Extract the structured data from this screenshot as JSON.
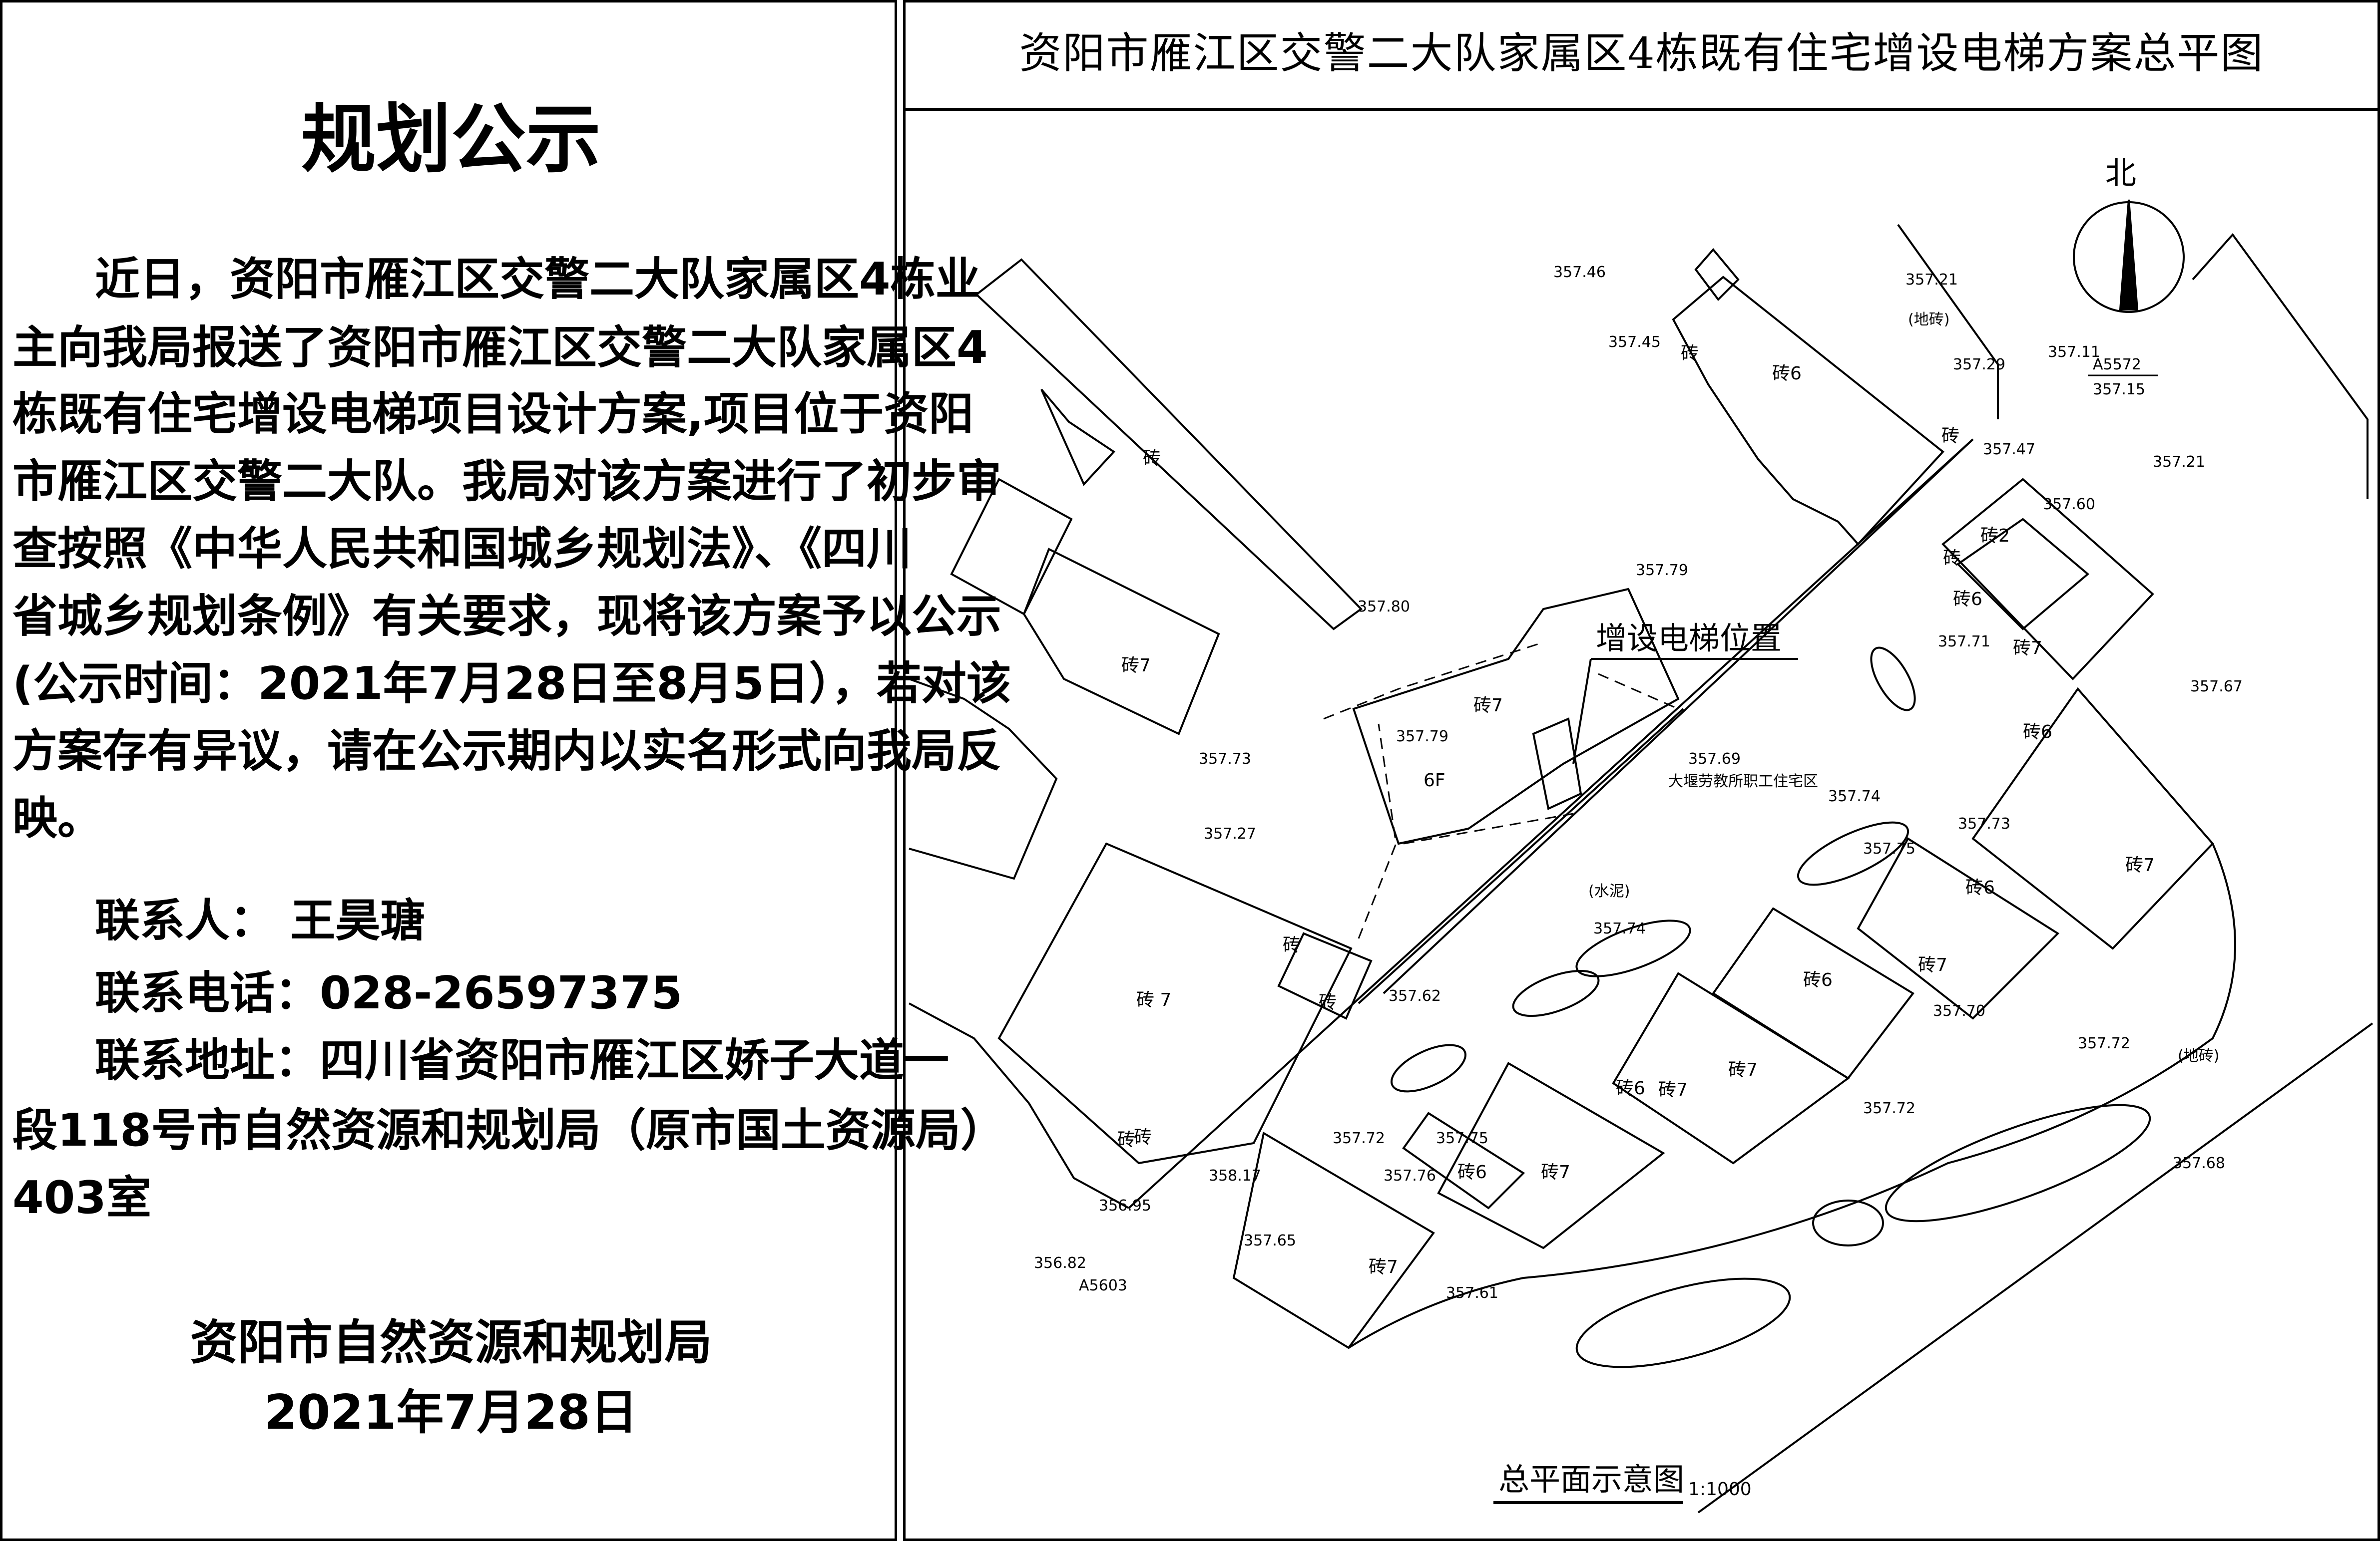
{
  "notice": {
    "title": "规划公示",
    "lines": [
      "近日，资阳市雁江区交警二大队家属区4栋业",
      "主向我局报送了资阳市雁江区交警二大队家属区4",
      "栋既有住宅增设电梯项目设计方案,项目位于资阳",
      "市雁江区交警二大队。我局对该方案进行了初步审",
      "查按照《中华人民共和国城乡规划法》、《四川",
      "省城乡规划条例》有关要求，现将该方案予以公示",
      "(公示时间：2021年7月28日至8月5日），若对该",
      "方案存有异议，请在公示期内以实名形式向我局反",
      "映。"
    ],
    "contact_person": "联系人：  王昊瑭",
    "contact_phone": "联系电话：028-26597375",
    "contact_address_1": "联系地址：四川省资阳市雁江区娇子大道一",
    "contact_address_2": "段118号市自然资源和规划局（原市国土资源局）",
    "contact_address_3": "403室",
    "agency": "资阳市自然资源和规划局",
    "date": "2021年7月28日"
  },
  "plan": {
    "title": "资阳市雁江区交警二大队家属区4栋既有住宅增设电梯方案总平图",
    "north": "北",
    "elevator_label": "增设电梯位置",
    "district_label": "大堰劳教所职工住宅区",
    "caption": "总平面示意图",
    "scale": "1:1000",
    "building_labels": [
      "砖6",
      "砖",
      "砖",
      "砖",
      "砖7",
      "砖7",
      "6F",
      "砖 7",
      "砖",
      "砖",
      "砖",
      "砖2",
      "砖",
      "砖6",
      "砖7",
      "砖6",
      "砖7",
      "砖6",
      "砖7",
      "砖6",
      "砖7",
      "砖6",
      "砖7",
      "砖6",
      "砖7",
      "砖7",
      "砖"
    ],
    "material_labels": [
      "(地砖)",
      "(水泥)",
      "(地砖)"
    ],
    "elevations": [
      "357.46",
      "357.45",
      "357.21",
      "357.29",
      "357.11",
      "357.47",
      "357.21",
      "357.60",
      "357.80",
      "357.79",
      "357.71",
      "357.67",
      "357.79",
      "357.73",
      "357.69",
      "357.74",
      "357.27",
      "357.73",
      "357.75",
      "357.74",
      "357.62",
      "357.70",
      "357.72",
      "357.72",
      "357.72",
      "357.75",
      "357.76",
      "358.17",
      "356.95",
      "357.65",
      "357.61",
      "356.82",
      "357.68"
    ],
    "survey_points": [
      "A5572",
      "357.15",
      "A5603"
    ]
  }
}
